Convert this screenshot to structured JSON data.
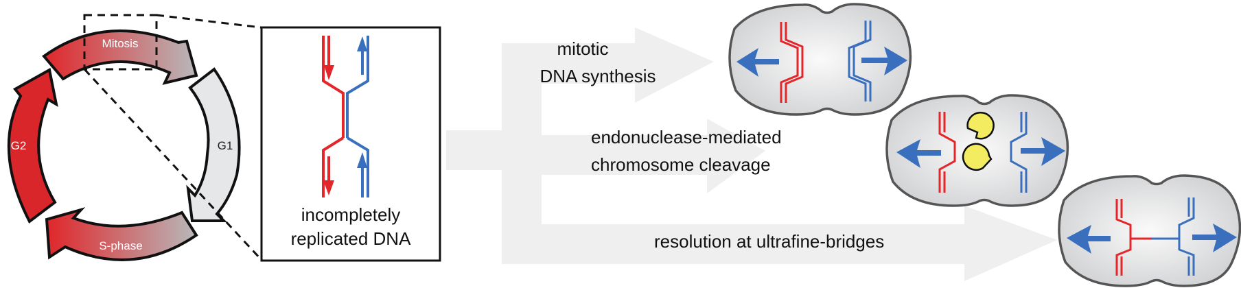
{
  "cell_cycle": {
    "phases": [
      {
        "id": "mitosis",
        "label": "Mitosis"
      },
      {
        "id": "g1",
        "label": "G1"
      },
      {
        "id": "s_phase",
        "label": "S-phase"
      },
      {
        "id": "g2",
        "label": "G2"
      }
    ]
  },
  "inset": {
    "caption_line1": "incompletely",
    "caption_line2": "replicated DNA"
  },
  "pathways": [
    {
      "id": "synthesis",
      "line1": "mitotic",
      "line2": "DNA synthesis"
    },
    {
      "id": "cleavage",
      "line1": "endonuclease-mediated",
      "line2": "chromosome cleavage"
    },
    {
      "id": "bridges",
      "line1": "resolution at ultrafine-bridges"
    }
  ],
  "colors": {
    "red": "#e3262a",
    "blue": "#3a6fbd",
    "grey_arrow": "#efefef",
    "cell_fill": "#d6d7d9",
    "cell_stroke": "#505050",
    "endonuclease": "#f3ec60"
  }
}
